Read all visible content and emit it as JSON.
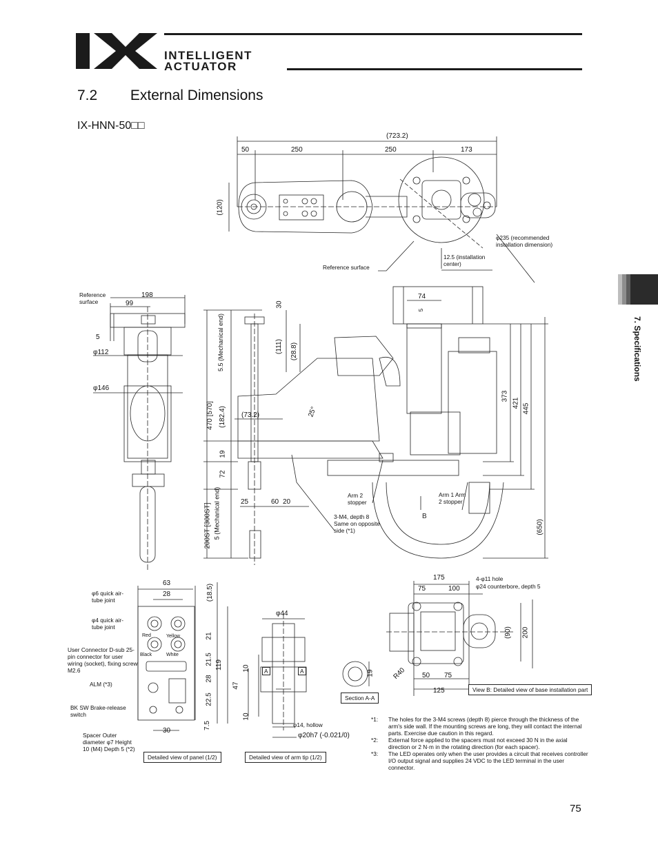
{
  "header": {
    "logo_mark": "IX",
    "logo_line1": "INTELLIGENT",
    "logo_line2": "ACTUATOR"
  },
  "section": {
    "number": "7.2",
    "title": "External Dimensions",
    "model": "IX-HNN-50□□"
  },
  "side_tab": {
    "label": "7. Specifications"
  },
  "page_number": "75",
  "dimensions": {
    "top_total": "(723.2)",
    "top_50": "50",
    "top_250a": "250",
    "top_250b": "250",
    "top_173": "173",
    "height_120": "(120)",
    "side_198": "198",
    "side_99": "99",
    "side_5": "5",
    "phi112": "φ112",
    "phi146": "φ146",
    "v30": "30",
    "v111": "(111)",
    "v28_8": "(28.8)",
    "v5_mech": "5.5 (Mechanical end)",
    "v470": "470 [570]",
    "v182": "(182.4)",
    "v73": "(73.2)",
    "angle25": "25°",
    "v19": "19",
    "v72": "72",
    "v25": "25",
    "v60": "60",
    "v20": "20",
    "v5_mech2": "5 (Mechanical end)",
    "v200st": "200ST [300ST]",
    "v74": "74",
    "v5b": "5",
    "v373": "373",
    "v421": "421",
    "v445": "445",
    "v650": "(650)",
    "b175": "175",
    "b75": "75",
    "b100": "100",
    "b90": "(90)",
    "b200": "200",
    "b50": "50",
    "b75b": "75",
    "b125": "125",
    "r40": "R40",
    "p63": "63",
    "p28": "28",
    "p18_5": "(18.5)",
    "p21": "21",
    "p21_5": "21.5",
    "p119": "119",
    "p28b": "28",
    "p22_5": "22.5",
    "p7_5": "7.5",
    "p30": "30",
    "t44": "φ44",
    "t10a": "10",
    "t47": "47",
    "t10b": "10",
    "s19": "19",
    "tolerance": "φ20h7 (-0.021/0)"
  },
  "callouts": {
    "phi235": "φ235 (recommended installation dimension)",
    "install_center": "12.5 (installation center)",
    "ref_surface_top": "Reference surface",
    "ref_surface_side": "Reference surface",
    "arm2_stopper": "Arm 2 stopper",
    "m4_holes": "3-M4, depth 8 Same on opposite side (*1)",
    "arm12_stopper": "Arm 1 Arm 2 stopper",
    "b_label": "B",
    "holes_4": "4-φ11 hole",
    "counterbore": "φ24 counterbore, depth 5",
    "phi6": "φ6 quick air-tube joint",
    "phi4": "φ4 quick air-tube joint",
    "red": "Red",
    "yellow": "Yellow",
    "black": "Black",
    "white": "White",
    "user_conn": "User Connector D-sub 25-pin connector for user wiring (socket), fixing screw M2.6",
    "alm": "ALM (*3)",
    "bksw": "BK SW Brake-release switch",
    "spacer": "Spacer Outer diameter φ7 Height 10 (M4) Depth 5 (*2)",
    "hollow": "φ14, hollow",
    "a_mark": "A"
  },
  "captions": {
    "view_b": "View B: Detailed view of base installation part",
    "section_aa": "Section A-A",
    "panel": "Detailed view of panel (1/2)",
    "arm_tip": "Detailed view of arm tip (1/2)"
  },
  "notes": [
    {
      "mark": "*1:",
      "text": "The holes for the 3-M4 screws (depth 8) pierce through the thickness of the arm's side wall. If the mounting screws are long, they will contact the internal parts. Exercise due caution in this regard."
    },
    {
      "mark": "*2:",
      "text": "External force applied to the spacers must not exceed 30 N in the axial direction or 2 N·m in the rotating direction (for each spacer)."
    },
    {
      "mark": "*3:",
      "text": "The LED operates only when the user provides a circuit that receives controller I/O output signal and supplies 24 VDC to the LED terminal in the user connector."
    }
  ]
}
